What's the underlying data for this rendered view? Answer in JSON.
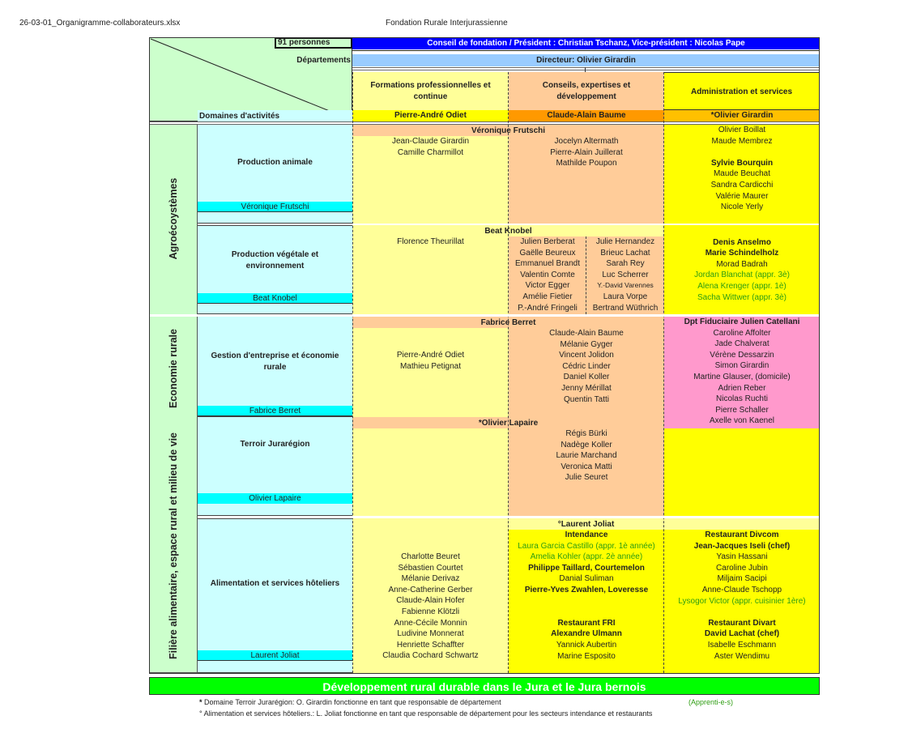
{
  "header": {
    "filename": "26-03-01_Organigramme-collaborateurs.xlsx",
    "organization": "Fondation Rurale Interjurassienne"
  },
  "top": {
    "count_label": "91 personnes",
    "departments_label": "Départements",
    "domains_label": "Domaines d'activités",
    "council": "Conseil de fondation / Président : Christian Tschanz, Vice-président : Nicolas Pape",
    "director": "Directeur: Olivier Girardin"
  },
  "departments": [
    {
      "name": "Formations professionnelles et continue",
      "head": "Pierre-André Odiet",
      "color": "#ffff99",
      "head_color": "#ffff00"
    },
    {
      "name": "Conseils, expertises et développement",
      "head": "Claude-Alain Baume",
      "color": "#ffcc99",
      "head_color": "#ff9900"
    },
    {
      "name": "Administration et services",
      "head": "*Olivier Girardin",
      "color": "#ffff00",
      "head_color": "#ffc000"
    }
  ],
  "axes": [
    {
      "label": "Agroécoystèmes"
    },
    {
      "label": "Economie rurale"
    },
    {
      "label": "Filière alimentaire, espace rural et milieu de vie"
    }
  ],
  "domains": [
    {
      "name": "Production animale",
      "lead": "Véronique Frutschi",
      "banner": "Véronique Frutschi",
      "formation": [
        "Jean-Claude Girardin",
        "Camille Charmillot"
      ],
      "conseils": [
        "Jocelyn Altermath",
        "Pierre-Alain Juillerat",
        "Mathilde Poupon"
      ],
      "admin": [
        {
          "t": "Olivier Boillat",
          "s": ""
        },
        {
          "t": "Maude Membrez",
          "s": ""
        },
        {
          "t": "",
          "s": ""
        },
        {
          "t": "Sylvie Bourquin",
          "s": "b"
        },
        {
          "t": "Maude Beuchat",
          "s": ""
        },
        {
          "t": "Sandra Cardicchi",
          "s": ""
        },
        {
          "t": "Valérie Maurer",
          "s": ""
        },
        {
          "t": "Nicole Yerly",
          "s": ""
        }
      ]
    },
    {
      "name": "Production végétale et environnement",
      "lead": "Beat Knobel",
      "banner": "Beat Knobel",
      "formation": [
        "Florence Theurillat"
      ],
      "conseils_left": [
        "Julien Berberat",
        "Gaëlle Beureux",
        "Emmanuel Brandt",
        "Valentin Comte",
        "Victor Egger",
        "Amélie Fietier",
        "P.-André Fringeli"
      ],
      "conseils_right": [
        "Julie Hernandez",
        "Brieuc Lachat",
        "Sarah Rey",
        "Luc Scherrer",
        "Y.-David Varennes",
        "Laura Vorpe",
        "Bertrand Wüthrich"
      ],
      "admin": [
        {
          "t": "",
          "s": ""
        },
        {
          "t": "Denis Anselmo",
          "s": "b"
        },
        {
          "t": "Marie Schindelholz",
          "s": "b"
        },
        {
          "t": "Morad Badrah",
          "s": ""
        },
        {
          "t": "Jordan Blanchat (appr. 3è)",
          "s": "g"
        },
        {
          "t": "Alena Krenger (appr. 1è)",
          "s": "g"
        },
        {
          "t": "Sacha Wittwer (appr. 3è)",
          "s": "g"
        }
      ]
    },
    {
      "name": "Gestion d'entreprise et économie rurale",
      "lead": "Fabrice Berret",
      "banner": "Fabrice Berret",
      "formation": [
        "Pierre-André Odiet",
        "Mathieu Petignat"
      ],
      "conseils": [
        "Claude-Alain Baume",
        "Mélanie Gyger",
        "Vincent Jolidon",
        "Cédric Linder",
        "Daniel Koller",
        "Jenny Mérillat",
        "Quentin Tatti"
      ],
      "admin_title": "Dpt Fiduciaire Julien Catellani",
      "admin": [
        {
          "t": "Caroline Affolter",
          "s": ""
        },
        {
          "t": "Jade Chalverat",
          "s": ""
        },
        {
          "t": "Vérène Dessarzin",
          "s": ""
        },
        {
          "t": "Simon Girardin",
          "s": ""
        },
        {
          "t": "Martine Glauser, (domicile)",
          "s": ""
        },
        {
          "t": "Adrien Reber",
          "s": ""
        },
        {
          "t": "Nicolas Ruchti",
          "s": ""
        },
        {
          "t": "Pierre Schaller",
          "s": ""
        },
        {
          "t": "Axelle von Kaenel",
          "s": ""
        }
      ]
    },
    {
      "name": "Terroir Jurarégion",
      "lead": "Olivier Lapaire",
      "banner": "*Olivier Lapaire",
      "formation": [],
      "conseils": [
        "Régis Bürki",
        "Nadège Koller",
        "Laurie Marchand",
        "Veronica Matti",
        "Julie Seuret"
      ],
      "admin": []
    },
    {
      "name": "Alimentation et services hôteliers",
      "lead": "Laurent Joliat",
      "banner": "°Laurent Joliat",
      "formation": [
        "Charlotte Beuret",
        "Sébastien Courtet",
        "Mélanie Derivaz",
        "Anne-Catherine Gerber",
        "Claude-Alain Hofer",
        "Fabienne Klötzli",
        "Anne-Cécile Monnin",
        "Ludivine Monnerat",
        "Henriette Schaffter",
        "Claudia Cochard Schwartz"
      ],
      "conseils": [
        {
          "t": "Intendance",
          "s": "b"
        },
        {
          "t": "Laura Garcia Castillo (appr. 1è année)",
          "s": "g"
        },
        {
          "t": "Amelia Kohler (appr. 2è année)",
          "s": "g"
        },
        {
          "t": "Philippe Taillard, Courtemelon",
          "s": "b"
        },
        {
          "t": "Danial Suliman",
          "s": ""
        },
        {
          "t": "Pierre-Yves Zwahlen, Loveresse",
          "s": "b"
        },
        {
          "t": "",
          "s": ""
        },
        {
          "t": "",
          "s": ""
        },
        {
          "t": "Restaurant FRI",
          "s": "b"
        },
        {
          "t": "Alexandre Ulmann",
          "s": "b"
        },
        {
          "t": "Yannick Aubertin",
          "s": ""
        },
        {
          "t": "Marine Esposito",
          "s": ""
        }
      ],
      "admin": [
        {
          "t": "Restaurant Divcom",
          "s": "b"
        },
        {
          "t": "Jean-Jacques Iseli (chef)",
          "s": "b"
        },
        {
          "t": "Yasin Hassani",
          "s": ""
        },
        {
          "t": "Caroline Jubin",
          "s": ""
        },
        {
          "t": "Miljaim Sacipi",
          "s": ""
        },
        {
          "t": "Anne-Claude Tschopp",
          "s": ""
        },
        {
          "t": "Lysogor Victor (appr. cuisinier 1ère)",
          "s": "g"
        },
        {
          "t": "",
          "s": ""
        },
        {
          "t": "Restaurant Divart",
          "s": "b"
        },
        {
          "t": "David Lachat (chef)",
          "s": "b"
        },
        {
          "t": "Isabelle Eschmann",
          "s": ""
        },
        {
          "t": "Aster Wendimu",
          "s": ""
        }
      ]
    }
  ],
  "footer": {
    "banner": "Développement rural durable dans le Jura et le Jura bernois",
    "note1_mark": "*",
    "note1": " Domaine Terroir Jurarégion: O. Girardin fonctionne en tant que responsable de département",
    "legend_apprentis": "(Apprenti-e-s)",
    "note2": "° Alimentation et services hôteliers.: L. Joliat fonctionne en tant que responsable de département pour les secteurs intendance et restaurants"
  },
  "colors": {
    "council": "#0000ff",
    "director": "#99ccff",
    "top_left": "#ccffcc",
    "domain": "#ccffff",
    "domain_lead": "#00ffff",
    "formation": "#ffff99",
    "conseils": "#ffcc99",
    "admin": "#ffff00",
    "fiduciaire": "#ff99cc",
    "footer": "#00ff00",
    "apprenti": "#2e9d12"
  }
}
